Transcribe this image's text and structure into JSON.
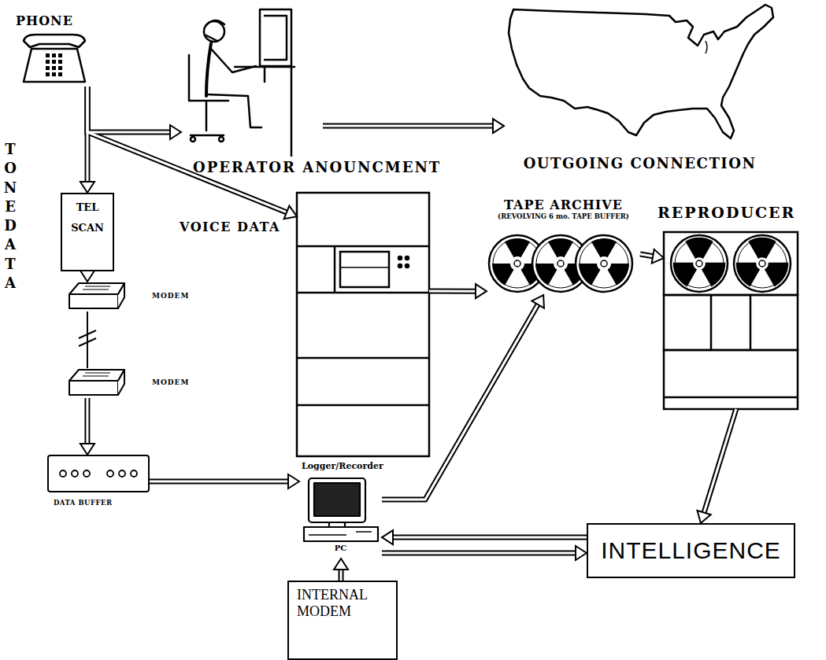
{
  "diagram": {
    "nodes": [
      {
        "text": [
          "PHONE"
        ]
      },
      {
        "text": [
          "OPERATOR ANOUNCMENT"
        ]
      },
      {
        "text": [
          "OUTGOING CONNECTION"
        ]
      },
      {
        "text": [
          "TEL SCAN"
        ]
      },
      {
        "text": [
          "TAPE ARCHIVE",
          "(REVOLVING 6 mo. TAPE BUFFER)"
        ]
      },
      {
        "text": [
          "REPRODUCER"
        ]
      },
      {
        "text": [
          "Logger/Recorder"
        ]
      },
      {
        "text": [
          "MODEM"
        ]
      },
      {
        "text": [
          "MODEM"
        ]
      },
      {
        "text": [
          "DATA BUFFER"
        ]
      },
      {
        "text": [
          "PC"
        ]
      },
      {
        "text": [
          "INTELLIGENCE"
        ]
      },
      {
        "text": [
          "INTERNAL MODEM"
        ]
      }
    ],
    "edges": [
      {
        "from": 0,
        "to": 1,
        "arrow": "to"
      },
      {
        "from": 0,
        "to": 3,
        "arrow": "to"
      },
      {
        "from": 0,
        "to": 6,
        "label": "VOICE DATA",
        "arrow": "to"
      },
      {
        "from": 1,
        "to": 2,
        "arrow": "to"
      },
      {
        "from": 3,
        "to": 7,
        "arrow": "to"
      },
      {
        "from": 7,
        "to": 8,
        "arrow": "none"
      },
      {
        "from": 8,
        "to": 9,
        "arrow": "to"
      },
      {
        "from": 9,
        "to": 10,
        "arrow": "to"
      },
      {
        "from": 6,
        "to": 4,
        "arrow": "to"
      },
      {
        "from": 10,
        "to": 4,
        "arrow": "to"
      },
      {
        "from": 4,
        "to": 5,
        "arrow": "to"
      },
      {
        "from": 5,
        "to": 11,
        "arrow": "to"
      },
      {
        "from": 11,
        "to": 10,
        "arrow": "to"
      },
      {
        "from": 10,
        "to": 11,
        "arrow": "to"
      },
      {
        "from": 12,
        "to": 10,
        "arrow": "to"
      }
    ],
    "labels": [
      "TONE DATA"
    ]
  }
}
